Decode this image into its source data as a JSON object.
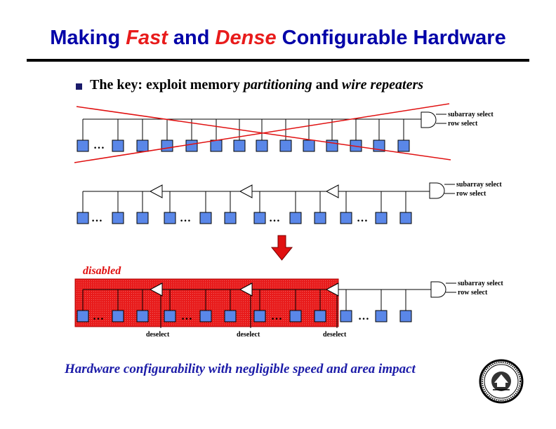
{
  "slide": {
    "title_part1": "Making ",
    "title_fast": "Fast",
    "title_part2": " and ",
    "title_dense": "Dense",
    "title_part3": " Configurable Hardware",
    "bullet_prefix": "The key: exploit memory ",
    "bullet_em1": "partitioning",
    "bullet_mid": " and ",
    "bullet_em2": "wire repeaters",
    "footer": "Hardware configurability with negligible speed and area impact"
  },
  "diagram": {
    "label_subarray_select": "subarray select",
    "label_row_select": "row select",
    "label_disabled": "disabled",
    "label_deselect": "deselect",
    "ellipsis": "…",
    "colors": {
      "cell_fill": "#5a87e8",
      "cross_line": "#e01010",
      "disabled_fill": "#e81b1b",
      "arrow_fill": "#e01010",
      "disabled_text": "#e01010"
    }
  }
}
